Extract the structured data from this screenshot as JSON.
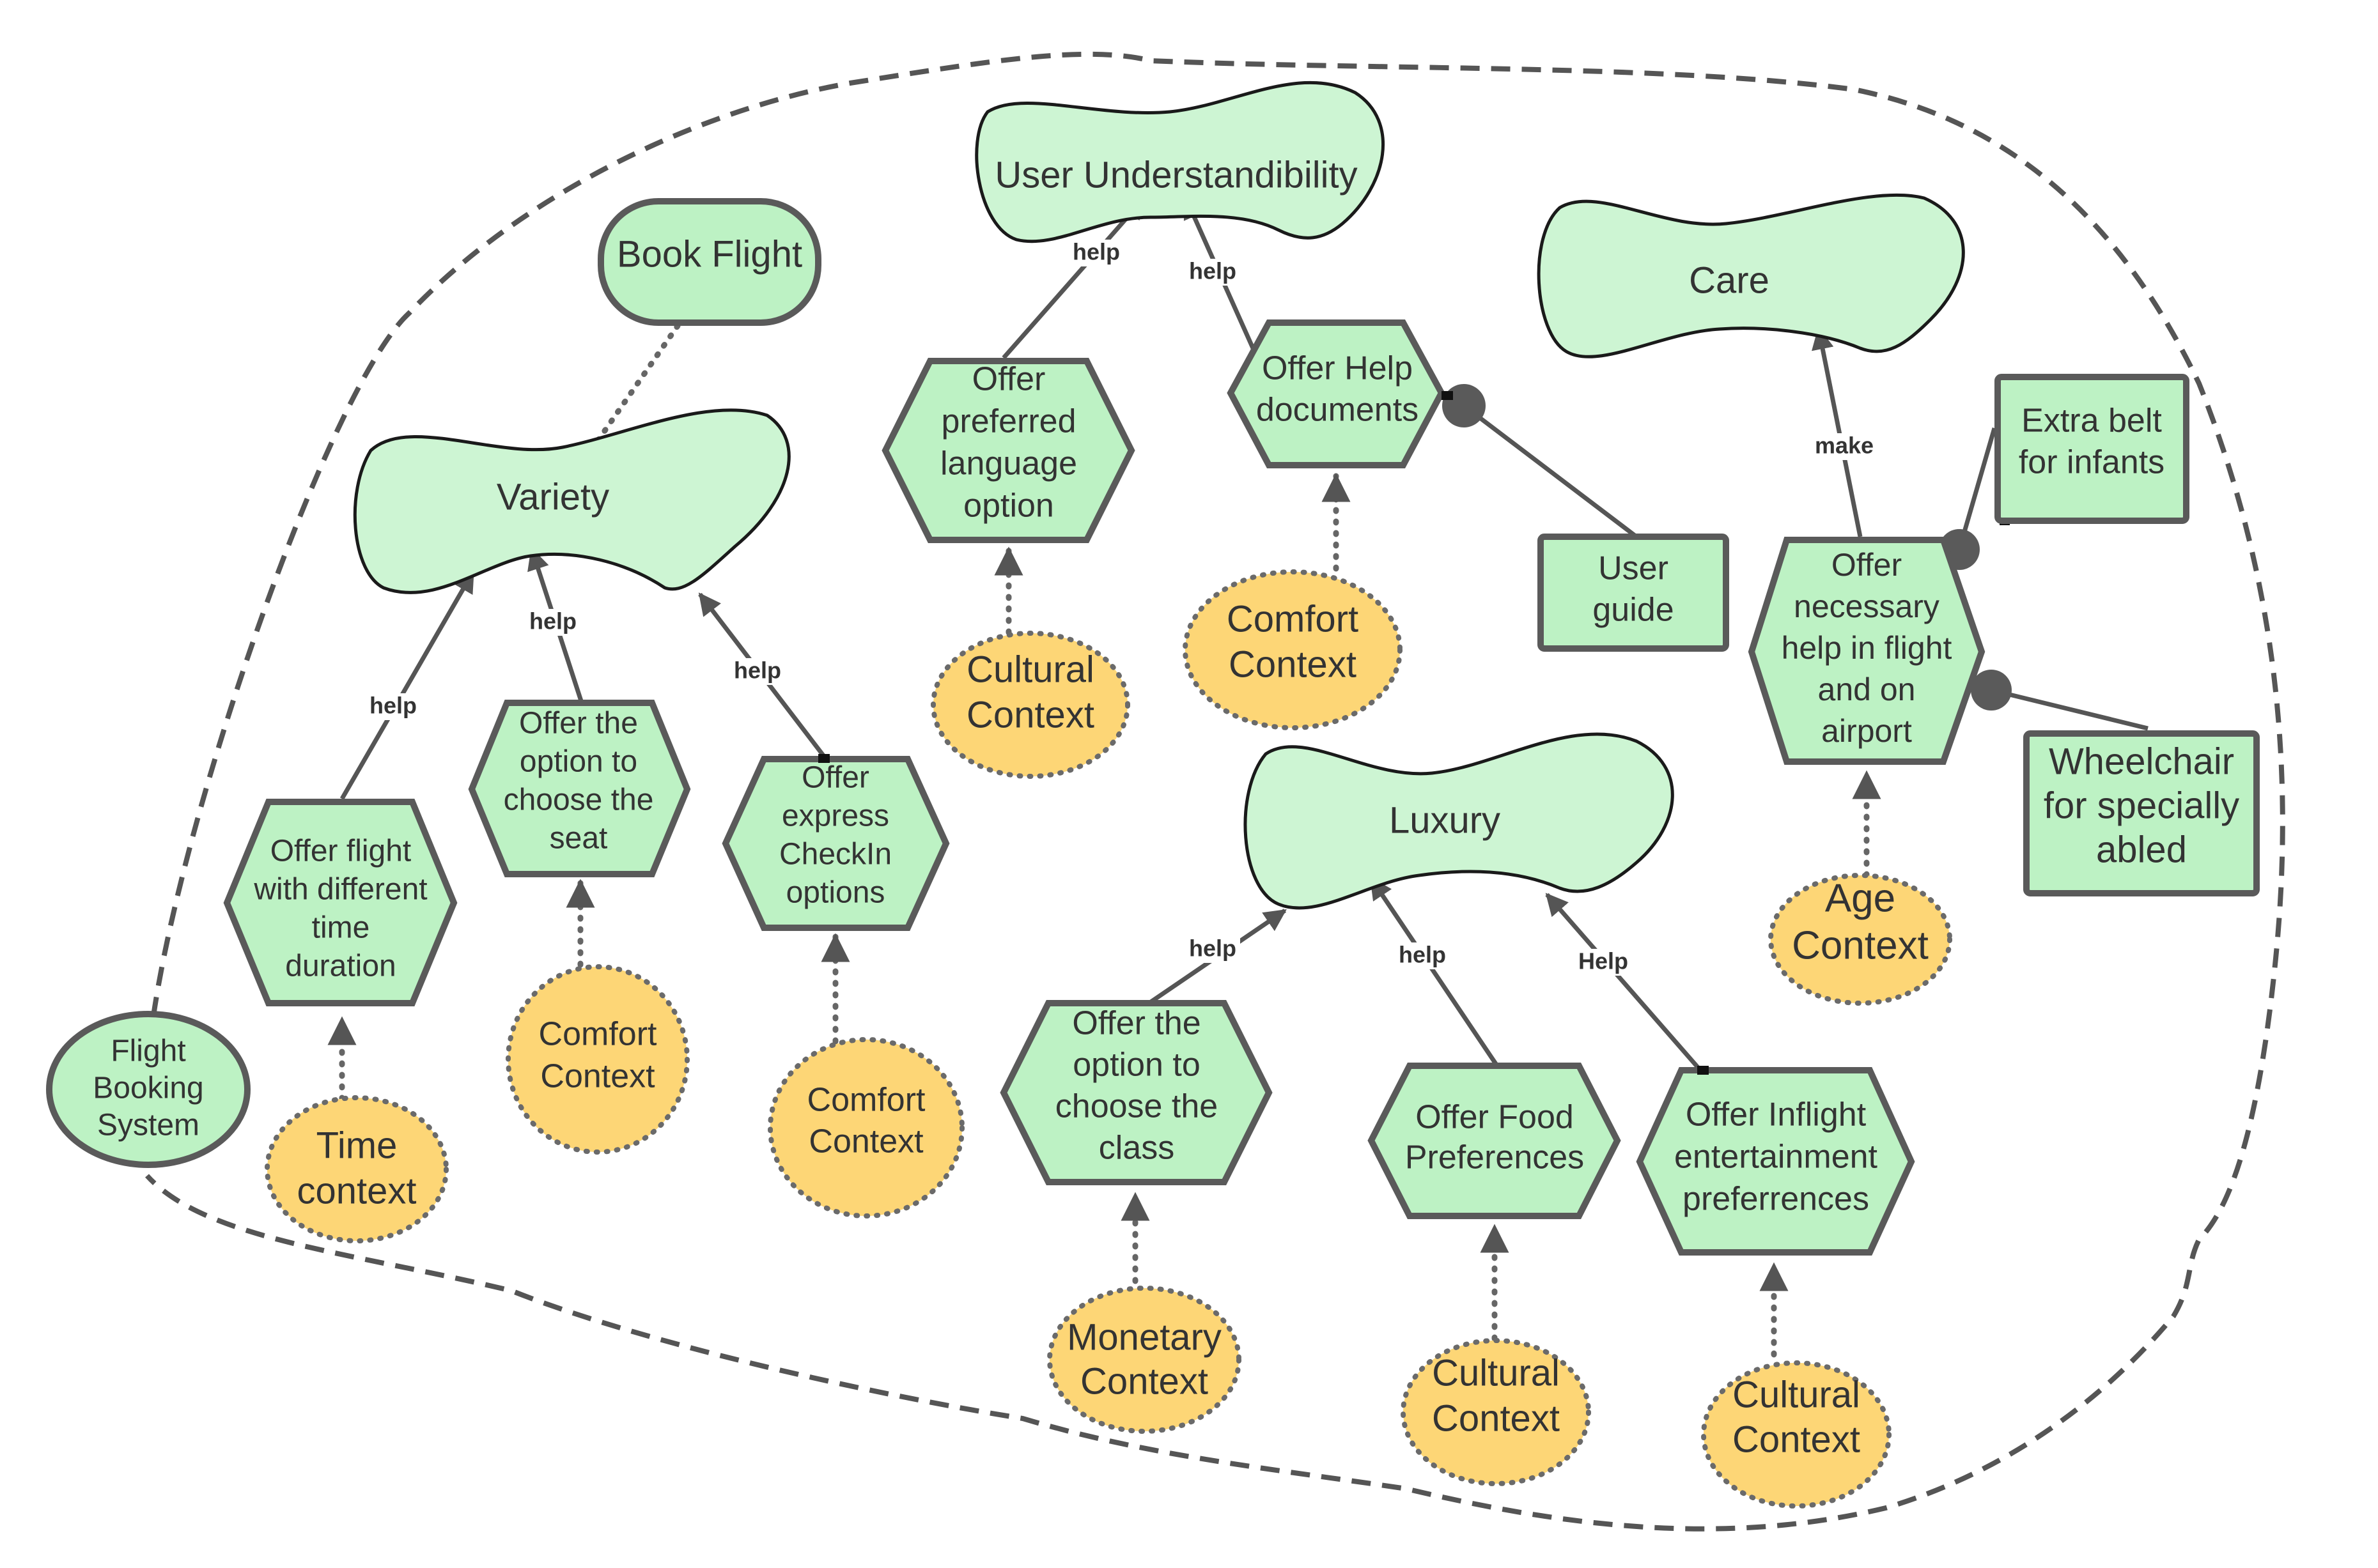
{
  "actor": {
    "label": [
      "Flight",
      "Booking",
      "System"
    ]
  },
  "goal": {
    "label": [
      "Book Flight"
    ]
  },
  "softgoals": [
    {
      "id": "variety",
      "label": [
        "Variety"
      ]
    },
    {
      "id": "user-understandibility",
      "label": [
        "User Understandibility"
      ]
    },
    {
      "id": "care",
      "label": [
        "Care"
      ]
    },
    {
      "id": "luxury",
      "label": [
        "Luxury"
      ]
    }
  ],
  "tasks": [
    {
      "id": "offer-flight-duration",
      "label": [
        "Offer flight",
        "with different",
        "time",
        "duration"
      ]
    },
    {
      "id": "offer-choose-seat",
      "label": [
        "Offer the",
        "option to",
        "choose the",
        "seat"
      ]
    },
    {
      "id": "offer-express-checkin",
      "label": [
        "Offer",
        "express",
        "CheckIn",
        "options"
      ]
    },
    {
      "id": "offer-preferred-language",
      "label": [
        "Offer",
        "preferred",
        "language",
        "option"
      ]
    },
    {
      "id": "offer-help-documents",
      "label": [
        "Offer Help",
        "documents"
      ]
    },
    {
      "id": "offer-necessary-help",
      "label": [
        "Offer",
        "necessary",
        "help in flight",
        "and on",
        "airport"
      ]
    },
    {
      "id": "offer-choose-class",
      "label": [
        "Offer the",
        "option to",
        "choose the",
        "class"
      ]
    },
    {
      "id": "offer-food-preferences",
      "label": [
        "Offer Food",
        "Preferences"
      ]
    },
    {
      "id": "offer-inflight-entertainment",
      "label": [
        "Offer Inflight",
        "entertainment",
        "preferrences"
      ]
    }
  ],
  "resources": [
    {
      "id": "user-guide",
      "label": [
        "User",
        "guide"
      ]
    },
    {
      "id": "extra-belt",
      "label": [
        "Extra belt",
        "for infants"
      ]
    },
    {
      "id": "wheelchair",
      "label": [
        "Wheelchair",
        "for specially",
        "abled"
      ]
    }
  ],
  "contexts": [
    {
      "id": "time-context",
      "label": [
        "Time",
        "context"
      ]
    },
    {
      "id": "comfort-context-seat",
      "label": [
        "Comfort",
        "Context"
      ]
    },
    {
      "id": "comfort-context-checkin",
      "label": [
        "Comfort",
        "Context"
      ]
    },
    {
      "id": "cultural-context-language",
      "label": [
        "Cultural",
        "Context"
      ]
    },
    {
      "id": "comfort-context-help",
      "label": [
        "Comfort",
        "Context"
      ]
    },
    {
      "id": "age-context",
      "label": [
        "Age",
        "Context"
      ]
    },
    {
      "id": "monetary-context",
      "label": [
        "Monetary",
        "Context"
      ]
    },
    {
      "id": "cultural-context-food",
      "label": [
        "Cultural",
        "Context"
      ]
    },
    {
      "id": "cultural-context-entertainment",
      "label": [
        "Cultural",
        "Context"
      ]
    }
  ],
  "links": [
    {
      "id": "flight-duration-variety",
      "label": "help"
    },
    {
      "id": "seat-variety",
      "label": "help"
    },
    {
      "id": "checkin-variety",
      "label": "help"
    },
    {
      "id": "language-understandibility",
      "label": "help"
    },
    {
      "id": "helpdocs-understandibility",
      "label": "help"
    },
    {
      "id": "necessary-help-care",
      "label": "make"
    },
    {
      "id": "class-luxury",
      "label": "help"
    },
    {
      "id": "food-luxury",
      "label": "help"
    },
    {
      "id": "entertainment-luxury",
      "label": "Help"
    }
  ]
}
